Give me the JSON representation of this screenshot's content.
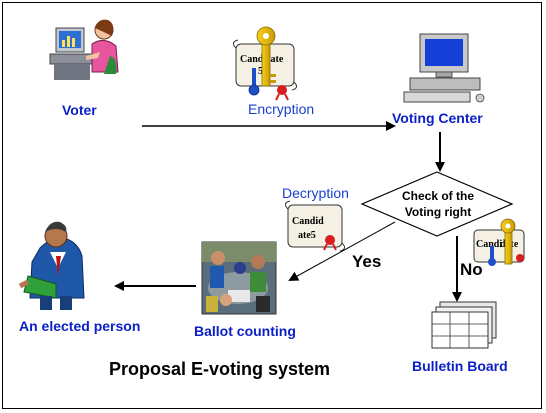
{
  "title": "Proposal E-voting system",
  "nodes": {
    "voter": "Voter",
    "voting_center": "Voting Center",
    "check": [
      "Check of the",
      "Voting right"
    ],
    "bulletin_board": "Bulletin Board",
    "ballot_counting": "Ballot counting",
    "elected_person": "An elected person"
  },
  "edges": {
    "encryption": "Encryption",
    "decryption": "Decryption",
    "yes": "Yes",
    "no": "No"
  },
  "scrolls": {
    "top": [
      "Candi",
      "date",
      "5"
    ],
    "left": [
      "Candid",
      "ate5"
    ],
    "right": [
      "Candi",
      "date"
    ]
  },
  "colors": {
    "label_blue": "#0a1fc4",
    "edge_label_blue": "#1a3fd0",
    "arrow": "#000000"
  }
}
